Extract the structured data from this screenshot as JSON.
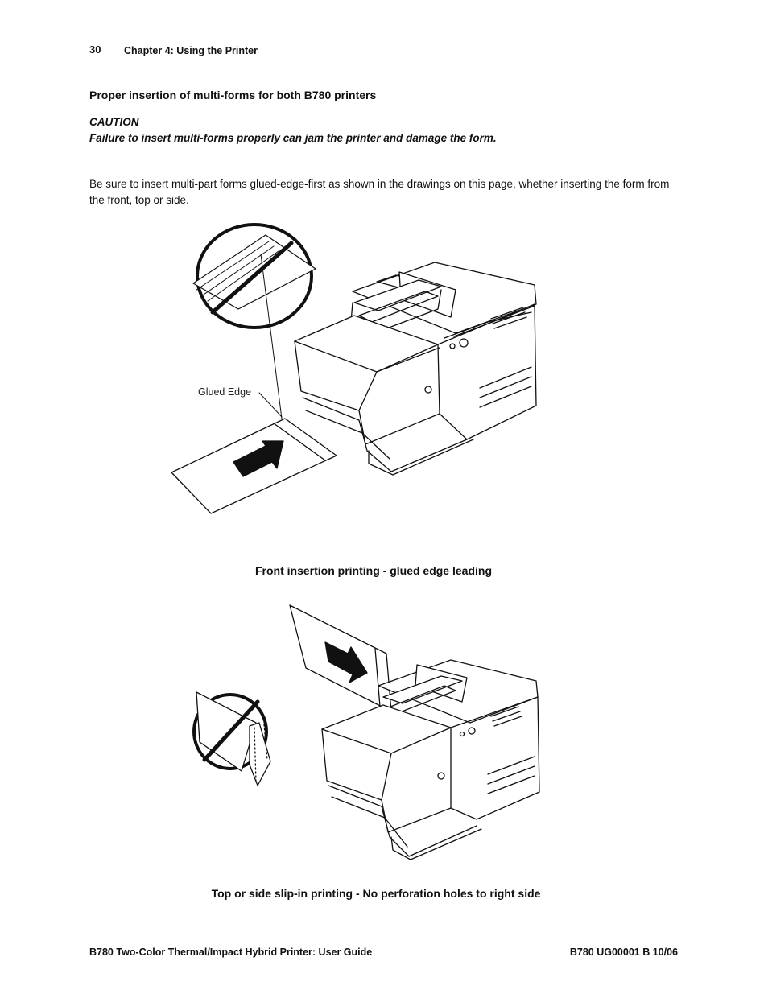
{
  "header": {
    "page_number": "30",
    "chapter": "Chapter 4:  Using the Printer"
  },
  "section": {
    "title": "Proper insertion of multi-forms for both B780 printers",
    "caution_label": "CAUTION",
    "caution_text": "Failure to insert multi-forms properly can jam the printer and damage the form.",
    "body": "Be sure to insert multi-part forms glued-edge-first as shown in the drawings on this page, whether inserting the form from the front, top or side."
  },
  "figure1": {
    "label": "Glued Edge",
    "caption": "Front insertion printing - glued edge leading"
  },
  "figure2": {
    "caption": "Top or side slip-in printing - No perforation holes to right side"
  },
  "footer": {
    "left": "B780 Two-Color Thermal/Impact Hybrid Printer: User Guide",
    "right": "B780 UG00001 B  10/06"
  }
}
